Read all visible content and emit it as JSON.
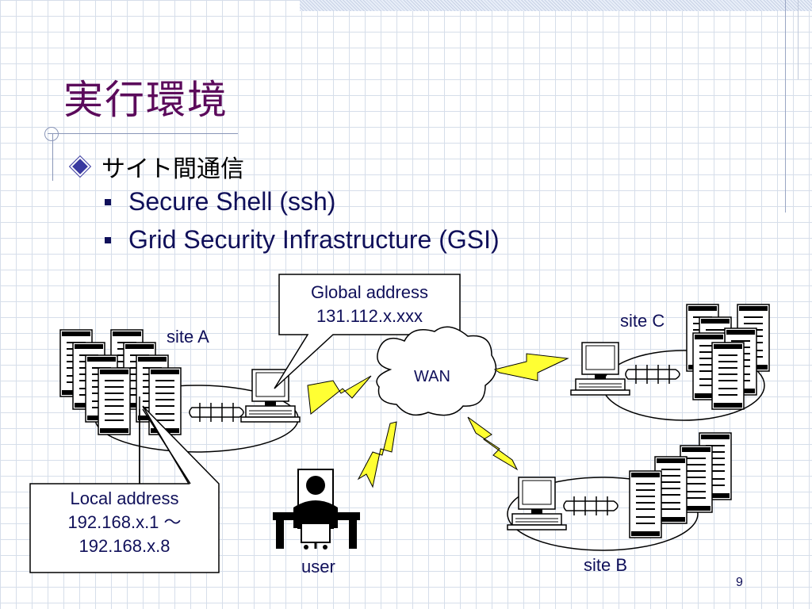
{
  "slide": {
    "title": "実行環境",
    "bullet": "サイト間通信",
    "subbullets": [
      "Secure Shell (ssh)",
      "Grid Security Infrastructure (GSI)"
    ],
    "page_number": "9"
  },
  "diagram": {
    "site_a": "site A",
    "site_b": "site B",
    "site_c": "site C",
    "wan": "WAN",
    "user": "user",
    "global_callout": [
      "Global address",
      "131.112.x.xxx"
    ],
    "local_callout": [
      "Local address",
      "192.168.x.1 ～",
      "192.168.x.8"
    ]
  },
  "colors": {
    "title": "#5b0a5b",
    "text": "#10105a",
    "lightning": "#ffff33",
    "bullet": "#3a3aa0"
  }
}
